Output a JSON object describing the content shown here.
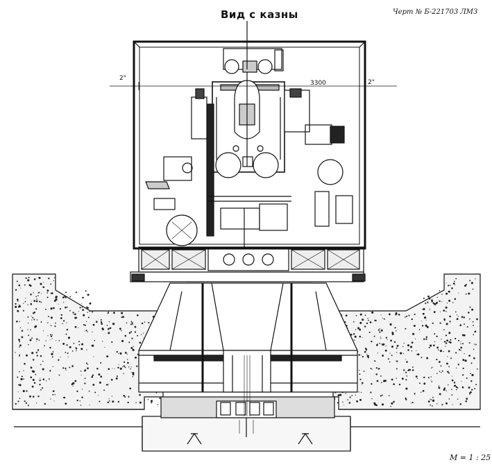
{
  "title": "Вид с казны",
  "drawing_number": "Черт № Б-221703 ЛМЗ",
  "scale": "M = 1 : 25",
  "dimension": "3300",
  "section_mark_left": "2\"",
  "section_mark_right": "2\""
}
